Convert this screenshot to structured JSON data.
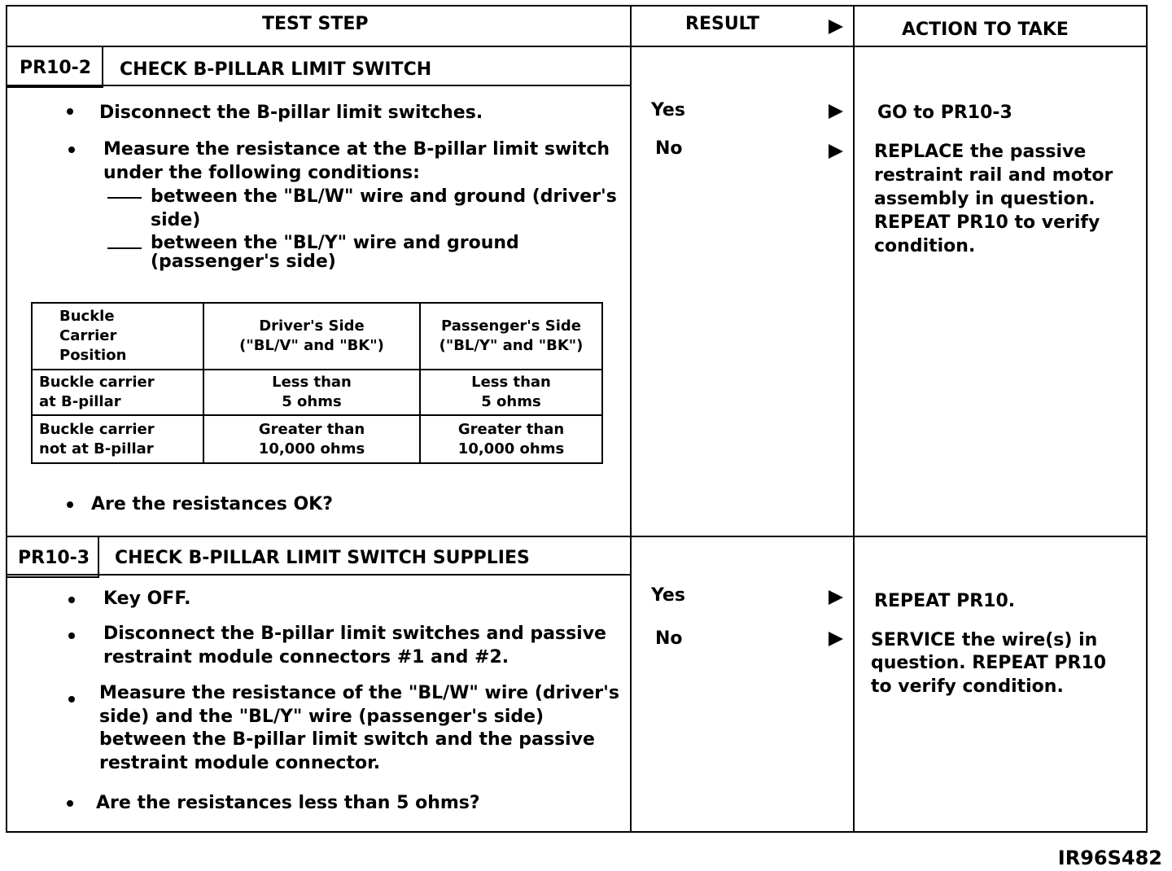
{
  "header": {
    "test_step": "TEST STEP",
    "result": "RESULT",
    "action": "ACTION TO TAKE"
  },
  "step1": {
    "id": "PR10-2",
    "title": "CHECK B-PILLAR LIMIT SWITCH",
    "bullet1": "Disconnect the B-pillar limit switches.",
    "bullet2_lines": [
      "Measure the resistance at the B-pillar limit switch",
      "under the following conditions:"
    ],
    "dash1_lines": [
      "between the \"BL/W\" wire and ground (driver's",
      "side)"
    ],
    "dash2_lines": [
      "between the \"BL/Y\" wire and ground",
      "(passenger's side)"
    ],
    "table": {
      "col1_header": [
        "Buckle",
        "Carrier",
        "Position"
      ],
      "col2_header": [
        "Driver's Side",
        "(\"BL/V\" and \"BK\")"
      ],
      "col3_header": [
        "Passenger's Side",
        "(\"BL/Y\" and \"BK\")"
      ],
      "rows": [
        {
          "position": [
            "Buckle carrier",
            "at B-pillar"
          ],
          "driver": [
            "Less than",
            "5 ohms"
          ],
          "passenger": [
            "Less than",
            "5 ohms"
          ]
        },
        {
          "position": [
            "Buckle carrier",
            "not at B-pillar"
          ],
          "driver": [
            "Greater than",
            "10,000 ohms"
          ],
          "passenger": [
            "Greater than",
            "10,000 ohms"
          ]
        }
      ]
    },
    "question": "Are the resistances OK?",
    "results": [
      {
        "label": "Yes",
        "action_lines": [
          "GO to PR10-3"
        ]
      },
      {
        "label": "No",
        "action_lines": [
          "REPLACE the passive",
          "restraint rail and motor",
          "assembly in question.",
          "REPEAT PR10 to verify",
          "condition."
        ]
      }
    ]
  },
  "step2": {
    "id": "PR10-3",
    "title": "CHECK B-PILLAR LIMIT SWITCH SUPPLIES",
    "bullet1": "Key OFF.",
    "bullet2_lines": [
      "Disconnect the B-pillar limit switches and passive",
      "restraint module connectors #1 and #2."
    ],
    "bullet3_lines": [
      "Measure the resistance of the \"BL/W\" wire (driver's",
      "side) and the \"BL/Y\" wire (passenger's side)",
      "between the B-pillar limit switch and the passive",
      "restraint module connector."
    ],
    "question": "Are the resistances less than 5 ohms?",
    "results": [
      {
        "label": "Yes",
        "action_lines": [
          "REPEAT PR10."
        ]
      },
      {
        "label": "No",
        "action_lines": [
          "SERVICE the wire(s) in",
          "question. REPEAT PR10",
          "to verify condition."
        ]
      }
    ]
  },
  "figure_id": "IR96S482"
}
